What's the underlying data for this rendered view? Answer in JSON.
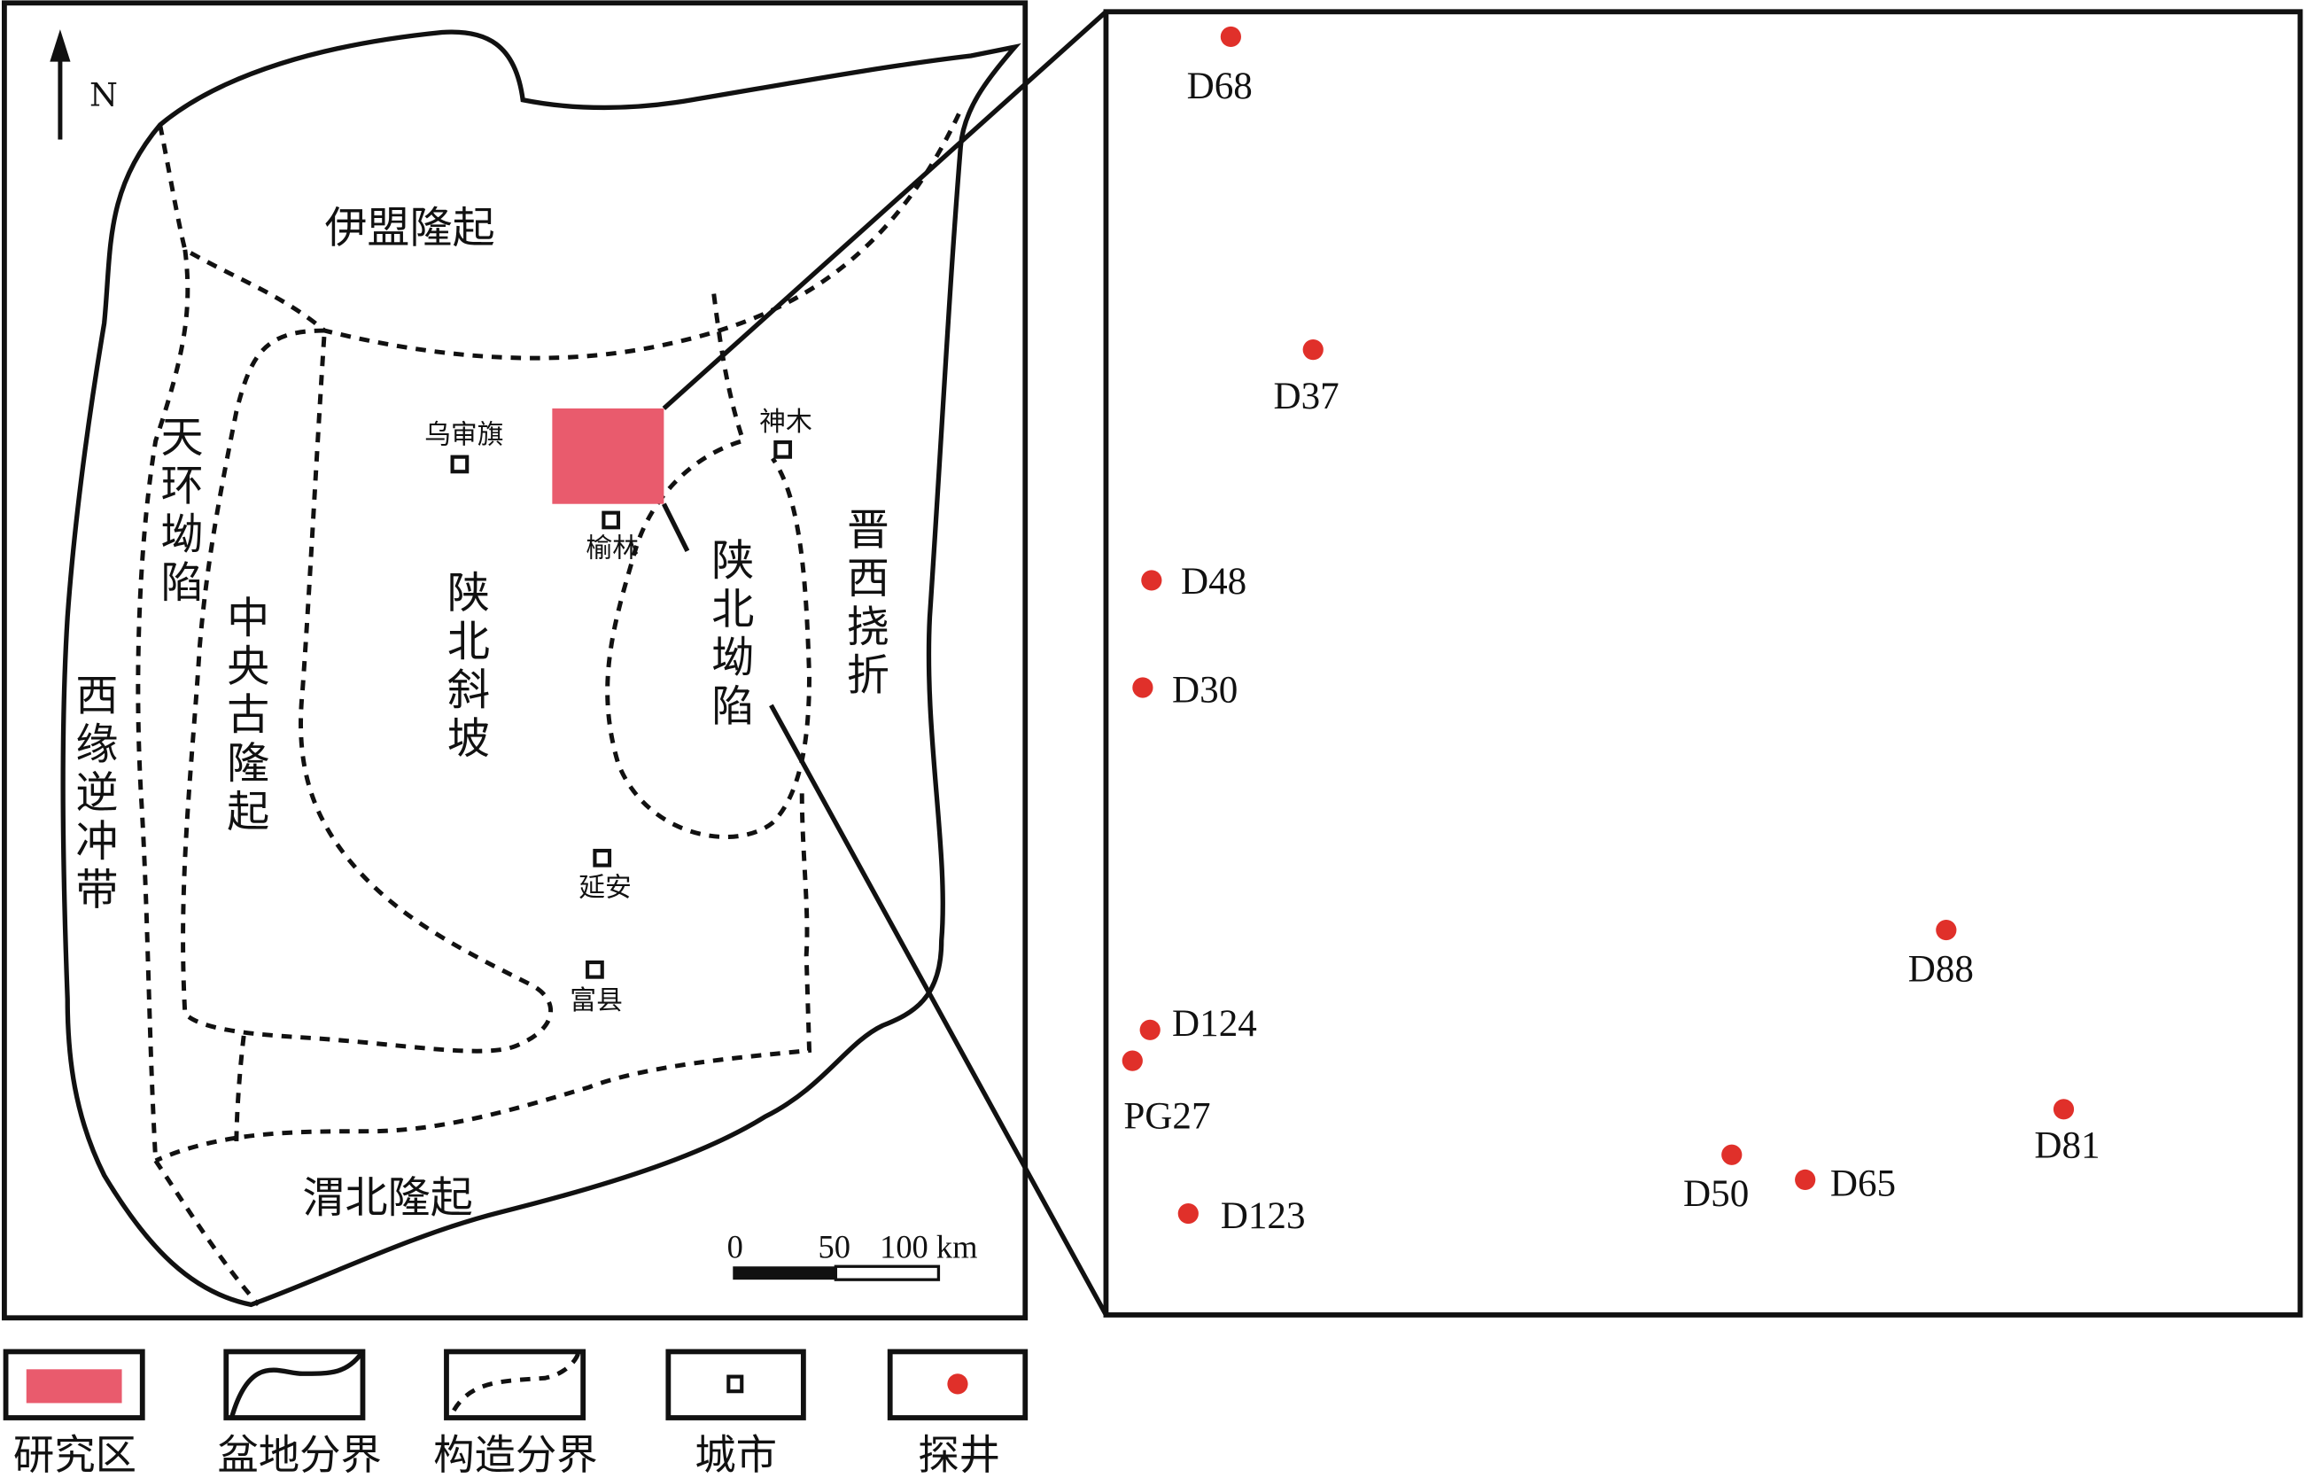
{
  "north_label": "N",
  "regions": {
    "yimeng": "伊盟隆起",
    "tianhuan": "天环坳陷",
    "zhongyang": "中央古隆起",
    "shanbei_slope": "陕北斜坡",
    "shanbei_depression": "陕北坳陷",
    "jinxi": "晋西挠折",
    "xiyuan": "西缘逆冲带",
    "weibei": "渭北隆起"
  },
  "cities": [
    "乌审旗",
    "神木",
    "榆林",
    "延安",
    "富县"
  ],
  "scale_bar": {
    "t0": "0",
    "t1": "50",
    "t2": "100 km"
  },
  "wells": [
    "D68",
    "D37",
    "D48",
    "D30",
    "D88",
    "D124",
    "PG27",
    "D123",
    "D50",
    "D65",
    "D81"
  ],
  "legend": [
    "研究区",
    "盆地分界",
    "构造分界",
    "城市",
    "探井"
  ],
  "colors": {
    "study_area": "#E95B6D",
    "well": "#E0302A"
  }
}
